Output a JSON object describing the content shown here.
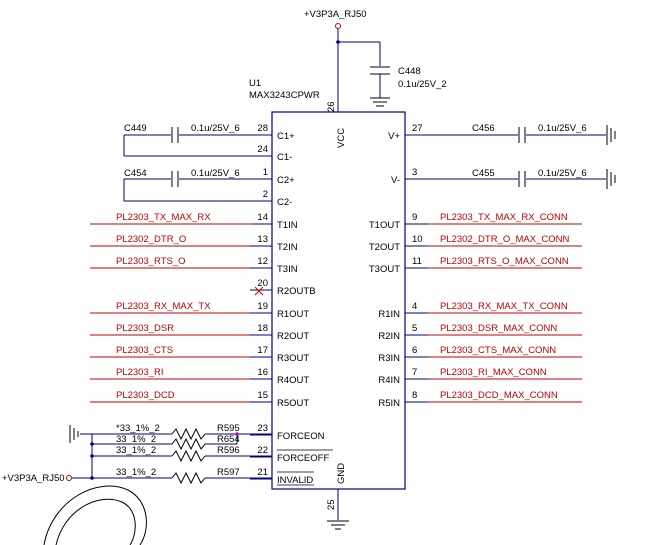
{
  "power": {
    "net_top": "+V3P3A_RJ50",
    "net_left": "+V3P3A_RJ50"
  },
  "ic": {
    "ref": "U1",
    "part": "MAX3243CPWR",
    "vcc": {
      "name": "VCC",
      "num": "26"
    },
    "gnd": {
      "name": "GND",
      "num": "25"
    },
    "left_pins": [
      {
        "name": "C1+",
        "num": "28"
      },
      {
        "name": "C1-",
        "num": "24"
      },
      {
        "name": "C2+",
        "num": "1"
      },
      {
        "name": "C2-",
        "num": "2"
      },
      {
        "name": "T1IN",
        "num": "14"
      },
      {
        "name": "T2IN",
        "num": "13"
      },
      {
        "name": "T3IN",
        "num": "12"
      },
      {
        "name": "R2OUTB",
        "num": "20"
      },
      {
        "name": "R1OUT",
        "num": "19"
      },
      {
        "name": "R2OUT",
        "num": "18"
      },
      {
        "name": "R3OUT",
        "num": "17"
      },
      {
        "name": "R4OUT",
        "num": "16"
      },
      {
        "name": "R5OUT",
        "num": "15"
      },
      {
        "name": "FORCEON",
        "num": "23"
      },
      {
        "name": "FORCEOFF",
        "num": "22"
      },
      {
        "name": "INVALID",
        "num": "21"
      }
    ],
    "right_pins": [
      {
        "name": "V+",
        "num": "27"
      },
      {
        "name": "V-",
        "num": "3"
      },
      {
        "name": "T1OUT",
        "num": "9"
      },
      {
        "name": "T2OUT",
        "num": "10"
      },
      {
        "name": "T3OUT",
        "num": "11"
      },
      {
        "name": "R1IN",
        "num": "4"
      },
      {
        "name": "R2IN",
        "num": "5"
      },
      {
        "name": "R3IN",
        "num": "6"
      },
      {
        "name": "R4IN",
        "num": "7"
      },
      {
        "name": "R5IN",
        "num": "8"
      }
    ]
  },
  "capacitors": {
    "c448": {
      "ref": "C448",
      "value": "0.1u/25V_2"
    },
    "c449": {
      "ref": "C449",
      "value": "0.1u/25V_6"
    },
    "c454": {
      "ref": "C454",
      "value": "0.1u/25V_6"
    },
    "c456": {
      "ref": "C456",
      "value": "0.1u/25V_6"
    },
    "c455": {
      "ref": "C455",
      "value": "0.1u/25V_6"
    }
  },
  "nets_left": [
    "PL2303_TX_MAX_RX",
    "PL2302_DTR_O",
    "PL2303_RTS_O",
    "PL2303_RX_MAX_TX",
    "PL2303_DSR",
    "PL2303_CTS",
    "PL2303_RI",
    "PL2303_DCD"
  ],
  "nets_right": [
    "PL2303_TX_MAX_RX_CONN",
    "PL2302_DTR_O_MAX_CONN",
    "PL2303_RTS_O_MAX_CONN",
    "PL2303_RX_MAX_TX_CONN",
    "PL2303_DSR_MAX_CONN",
    "PL2303_CTS_MAX_CONN",
    "PL2303_RI_MAX_CONN",
    "PL2303_DCD_MAX_CONN"
  ],
  "resistors": [
    {
      "ref": "R595",
      "value": "*33_1%_2"
    },
    {
      "ref": "R654",
      "value": "33_1%_2"
    },
    {
      "ref": "R596",
      "value": "33_1%_2"
    },
    {
      "ref": "R597",
      "value": "33_1%_2"
    }
  ]
}
